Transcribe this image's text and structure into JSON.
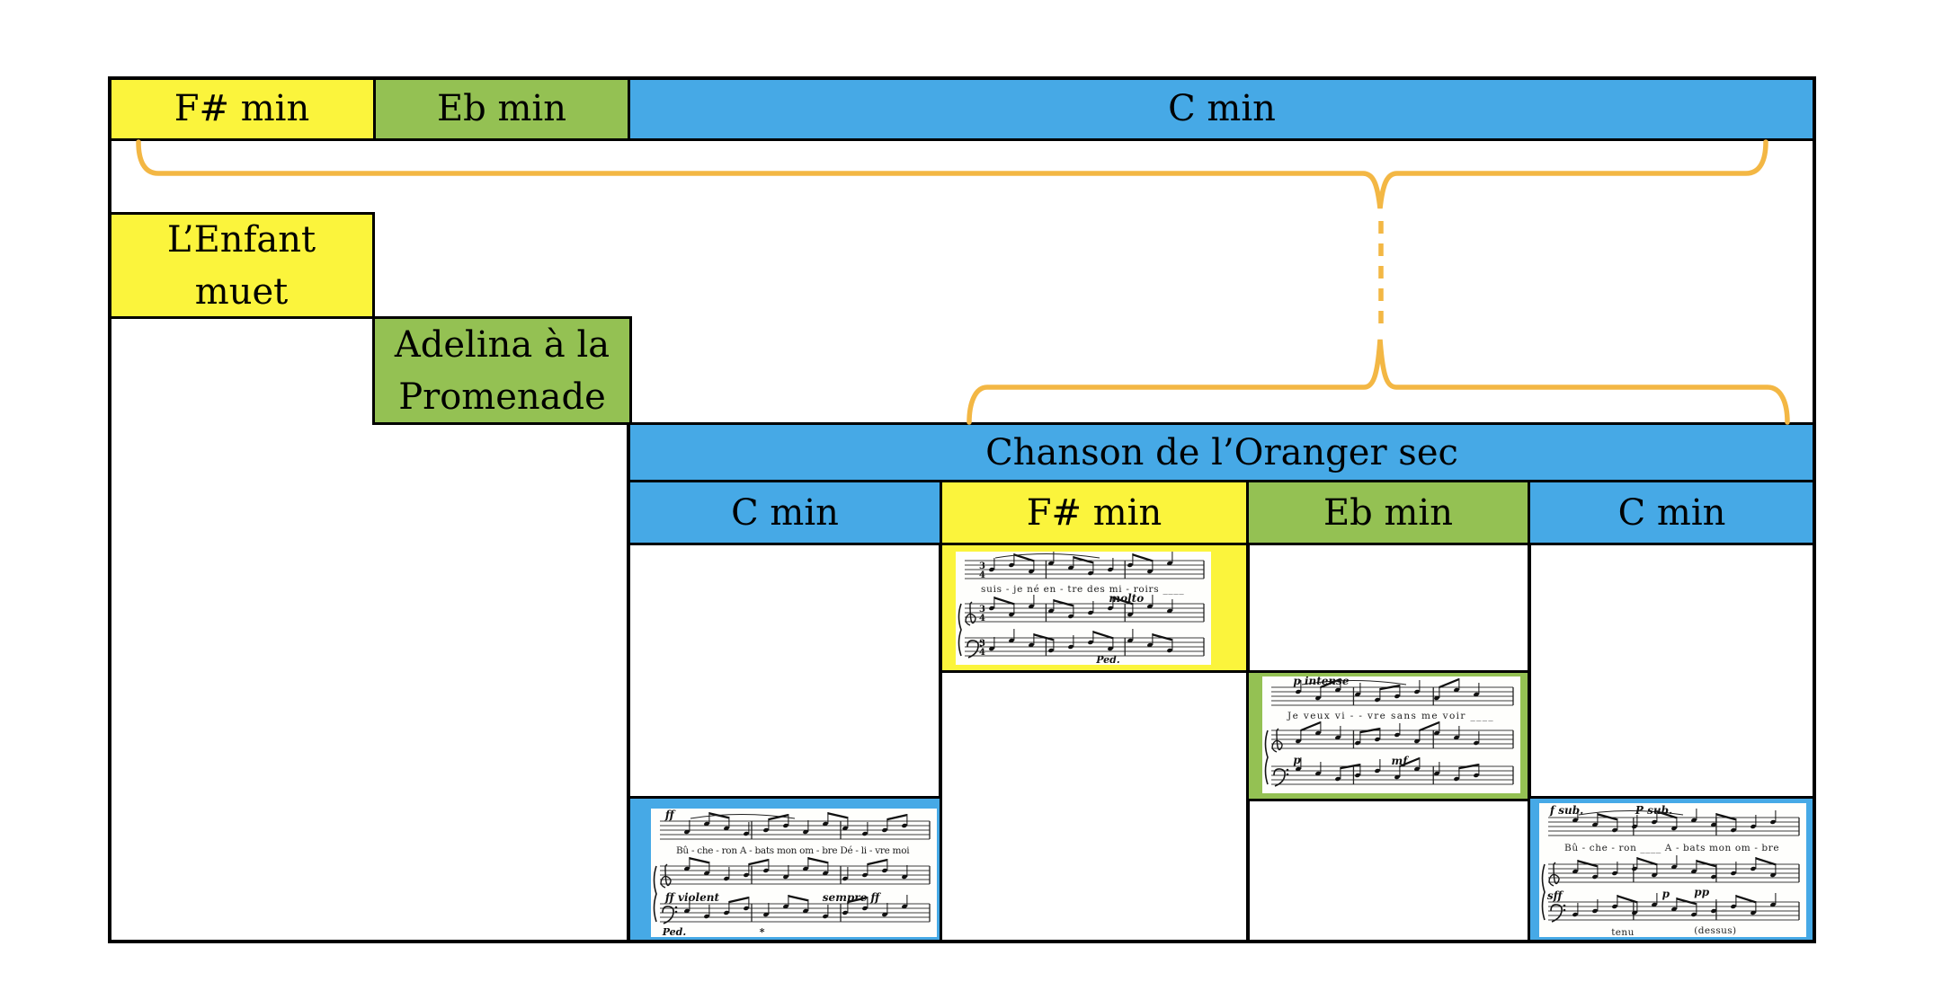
{
  "colors": {
    "yellow": "#FBF43C",
    "green": "#94C153",
    "blue": "#46A9E6",
    "brace": "#F3B744",
    "border": "#000000"
  },
  "top_keys": [
    {
      "label": "F# min"
    },
    {
      "label": "Eb min"
    },
    {
      "label": "C min"
    }
  ],
  "songs": {
    "enfant": {
      "title": "L’Enfant\nmuet"
    },
    "adelina": {
      "title": "Adelina à la\nPromenade"
    },
    "chanson": {
      "title": "Chanson de l’Oranger sec"
    }
  },
  "chanson_keys": [
    {
      "label": "C min"
    },
    {
      "label": "F# min"
    },
    {
      "label": "Eb min"
    },
    {
      "label": "C min"
    }
  ],
  "excerpts": {
    "fsharp": {
      "lyrics": "suis - je  né    en - tre  des  mi - roirs ____",
      "tempo": "molto",
      "pedal": "Ped.",
      "time_top": "3",
      "time_bottom": "4"
    },
    "eb": {
      "expression": "p intense",
      "lyrics": "Je  veux  vi  -  -  vre   sans  me  voir ____",
      "dyn1": "p",
      "dyn2": "mf"
    },
    "c1": {
      "dyn_top": "ff",
      "lyrics": "Bû - che - ron    A - bats  mon  om - bre    Dé - li - vre  moi",
      "dyn1": "ff violent",
      "dyn2": "sempre ff",
      "pedal": "Ped.",
      "release": "*"
    },
    "c2": {
      "dyn_top1": "f sub.",
      "dyn_top2": "P sub.",
      "lyrics": "Bû - che - ron ____   A  -  bats  mon  om  -  bre",
      "dyn1": "sff",
      "dyn2": "p",
      "dyn3": "pp",
      "note1": "(dessus)",
      "note2": "tenu"
    }
  }
}
